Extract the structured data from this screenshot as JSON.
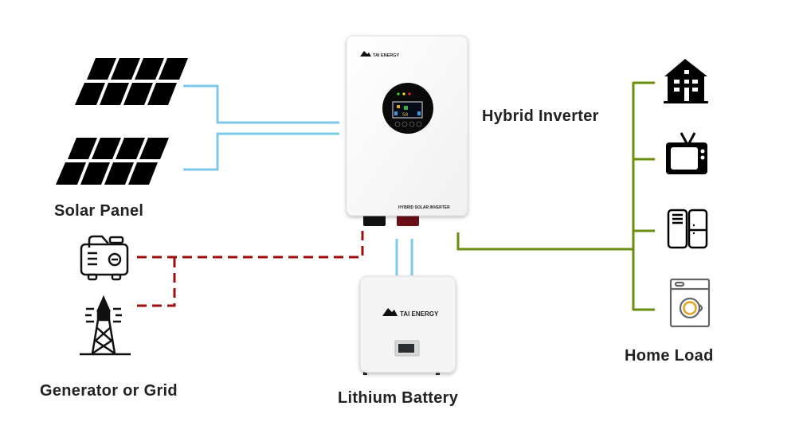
{
  "diagram": {
    "title": "Hybrid solar energy system",
    "components": {
      "solar_panel": {
        "label": "Solar Panel",
        "count": 2
      },
      "generator_or_grid": {
        "label": "Generator or Grid",
        "icons": [
          "generator-icon",
          "power-tower-icon"
        ]
      },
      "inverter": {
        "label": "Hybrid Inverter",
        "brand": "TAI ENERGY",
        "model_text": "HYBRID SOLAR INVERTER",
        "display_value": "50"
      },
      "battery": {
        "label": "Lithium Battery",
        "brand": "TAI ENERGY"
      },
      "home_load": {
        "label": "Home Load",
        "icons": [
          "house-icon",
          "tv-icon",
          "refrigerator-icon",
          "washing-machine-icon"
        ]
      }
    },
    "connections": [
      {
        "from": "solar_panel",
        "to": "inverter",
        "style": "solid",
        "color": "#7ec8e8"
      },
      {
        "from": "generator_or_grid",
        "to": "inverter",
        "style": "dashed",
        "color": "#a00d0d"
      },
      {
        "from": "inverter",
        "to": "battery",
        "style": "solid",
        "color": "#7ec8e8"
      },
      {
        "from": "inverter",
        "to": "home_load",
        "style": "solid",
        "color": "#6a8e0f"
      }
    ],
    "colors": {
      "dc_line": "#7ec8e8",
      "ac_input_line": "#a00d0d",
      "load_line": "#6a8e0f",
      "washer_accent": "#e8a020"
    }
  }
}
